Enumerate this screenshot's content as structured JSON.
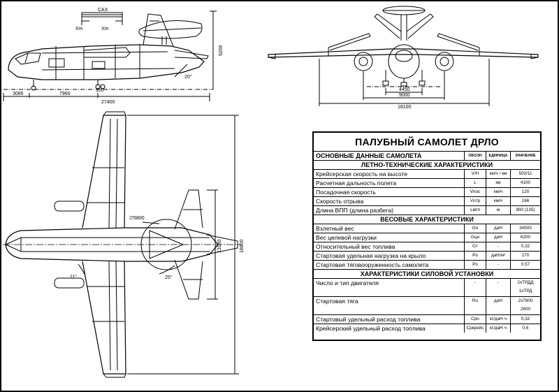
{
  "side_view": {
    "cax_label": "САХ",
    "xcg_left": "Xm",
    "xcg_right": "Xm",
    "dim_length_total": "27400",
    "dim_nose": "3085",
    "dim_main": "7960",
    "dim_gear": "150",
    "dim_height": "9200",
    "dim_tail_angle": "20°"
  },
  "front_view": {
    "dim_track": "4450",
    "dim_engines": "9000",
    "dim_span": "18100"
  },
  "top_view": {
    "dim_radome": "∅5800",
    "dim_length": "13180",
    "dim_length_total": "18800",
    "dim_angle_wing": "11°",
    "dim_angle_tail": "25°"
  },
  "spec": {
    "title": "ПАЛУБНЫЙ САМОЛЕТ ДРЛО",
    "header": {
      "name": "ОСНОВНЫЕ ДАННЫЕ САМОЛЕТА",
      "sym": "ОБОЗН",
      "unit": "ЕДИНИЦА",
      "val": "ЗНАЧЕНИЕ"
    },
    "section1": "ЛЕТНО-ТЕХНИЧЕСКИЕ ХАРАКТЕРИСТИКИ",
    "flight": [
      {
        "name": "Крейсерская скорость на высоте",
        "sym": "V/H",
        "unit": "км/ч / км",
        "val": "500/11"
      },
      {
        "name": "Расчетная дальность полета",
        "sym": "L",
        "unit": "км",
        "val": "4100"
      },
      {
        "name": "Посадочная скорость",
        "sym": "Vпос",
        "unit": "км/ч",
        "val": "120"
      },
      {
        "name": "Скорость отрыва",
        "sym": "Vотр",
        "unit": "км/ч",
        "val": "166"
      },
      {
        "name": "Длина ВПП (длина разбега)",
        "sym": "Lвпп",
        "unit": "м",
        "val": "900 (135)"
      }
    ],
    "section2": "ВЕСОВЫЕ ХАРАКТЕРИСТИКИ",
    "weight": [
      {
        "name": "Взлетный вес",
        "sym": "Go",
        "unit": "даН",
        "val": "34500"
      },
      {
        "name": "Вес целевой нагрузки",
        "sym": "Gцн",
        "unit": "даН",
        "val": "6200"
      },
      {
        "name": "Относительный вес топлива",
        "sym": "Gт",
        "unit": "-",
        "val": "0,32"
      },
      {
        "name": "Стартовая удельная нагрузка на крыло",
        "sym": "Po",
        "unit": "даН/м²",
        "val": "270"
      },
      {
        "name": "Стартовая тяговооруженность самолета",
        "sym": "Po",
        "unit": "-",
        "val": "0,57"
      }
    ],
    "section3": "ХАРАКТЕРИСТИКИ СИЛОВОЙ УСТАНОВКИ",
    "power": [
      {
        "name": "Число и тип двигателя",
        "sym": "-",
        "unit": "-",
        "val1": "2хТРДД",
        "val2": "1хТРД"
      },
      {
        "name": "Стартовая тяга",
        "sym": "Ro",
        "unit": "даН",
        "val1": "2х7600",
        "val2": "2600"
      },
      {
        "name": "Стартовый удельный расход топлива",
        "sym": "Cpo",
        "unit": "кг/даН·ч",
        "val": "0,32"
      },
      {
        "name": "Крейсерский удельный расход топлива",
        "sym": "Cpкрейс",
        "unit": "кг/даН·ч",
        "val": "0,6"
      }
    ]
  }
}
